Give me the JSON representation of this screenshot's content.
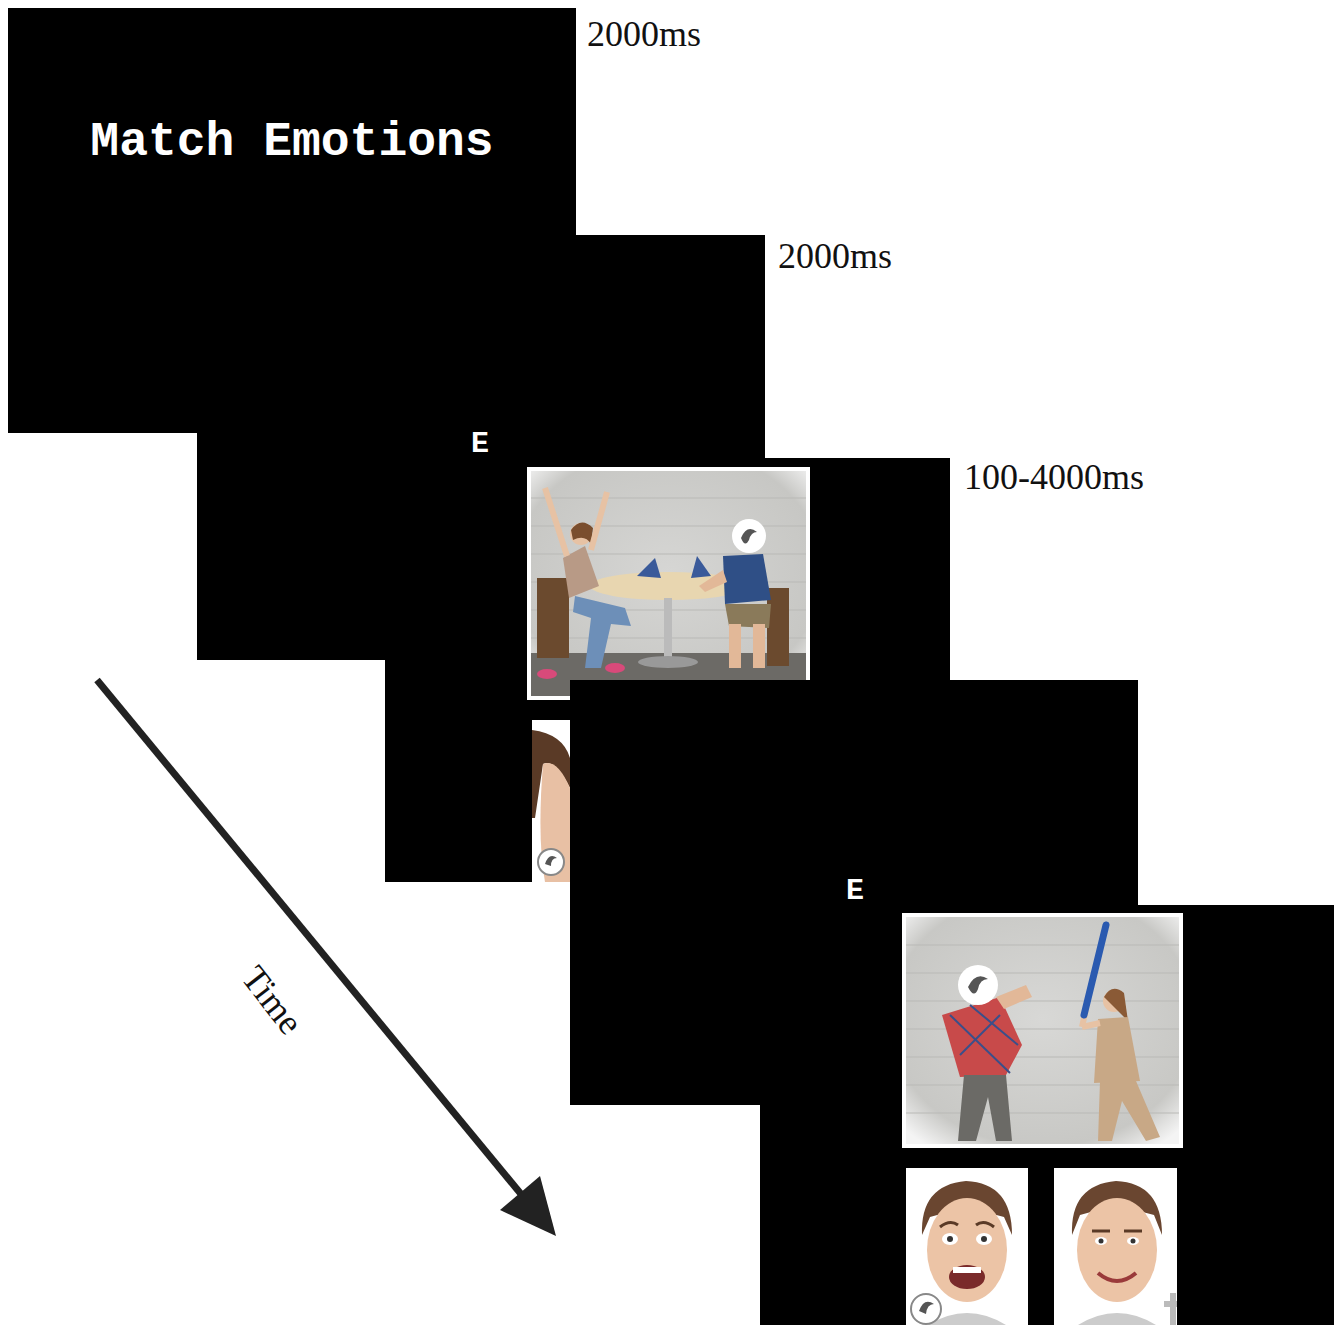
{
  "diagram": {
    "nodes": [
      {
        "text": [
          "Match Emotions"
        ]
      },
      {
        "text": [
          "E"
        ]
      },
      {
        "text": [
          "E"
        ]
      }
    ],
    "labels": [
      "2000ms",
      "2000ms",
      "100-4000ms",
      "Time"
    ]
  }
}
